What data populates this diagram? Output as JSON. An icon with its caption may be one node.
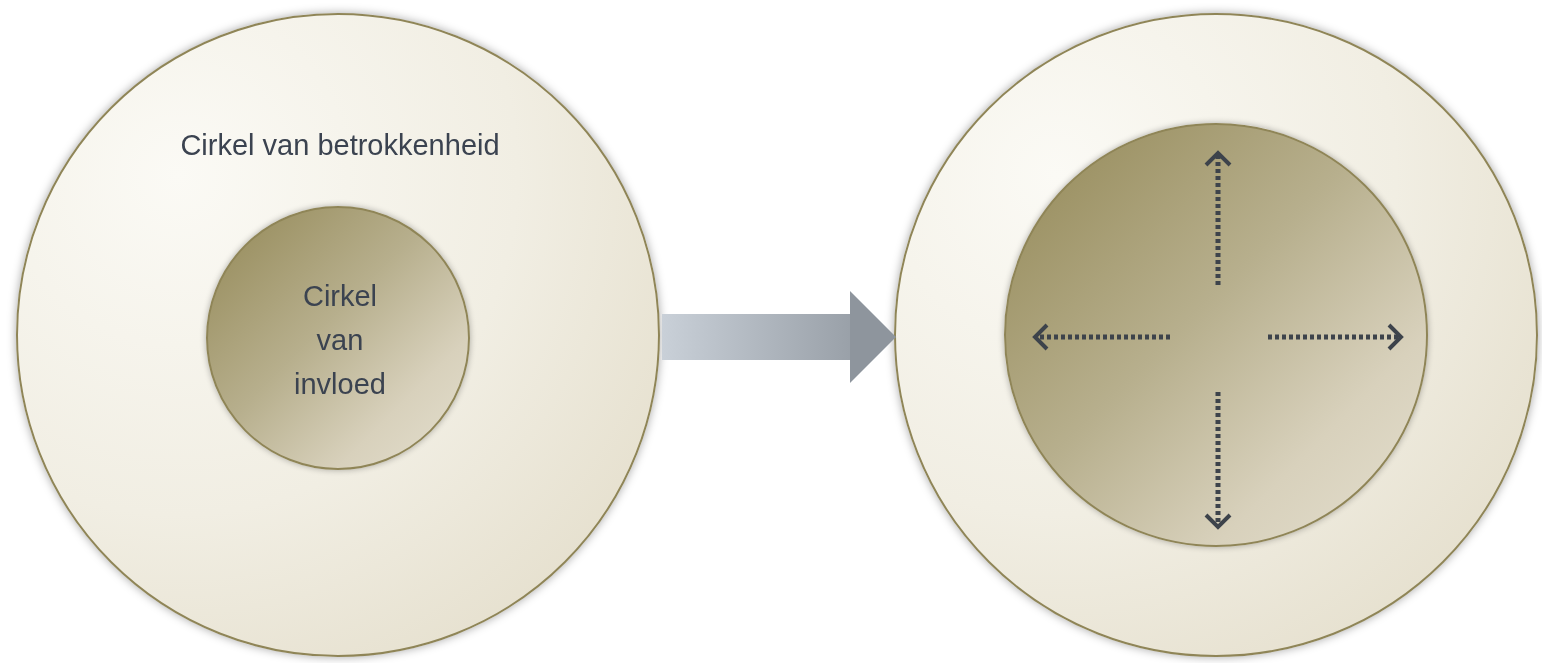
{
  "diagram": {
    "nodes": [
      {
        "text": [
          "Cirkel van betrokkenheid"
        ]
      },
      {
        "text": [
          "Cirkel van invloed"
        ],
        "in": 0
      },
      {
        "text": [],
        "shape": "circle"
      },
      {
        "text": [],
        "shape": "circle",
        "in": 2
      }
    ],
    "edges": [
      {
        "from": 0,
        "to": 2,
        "arrow": "to"
      }
    ]
  }
}
